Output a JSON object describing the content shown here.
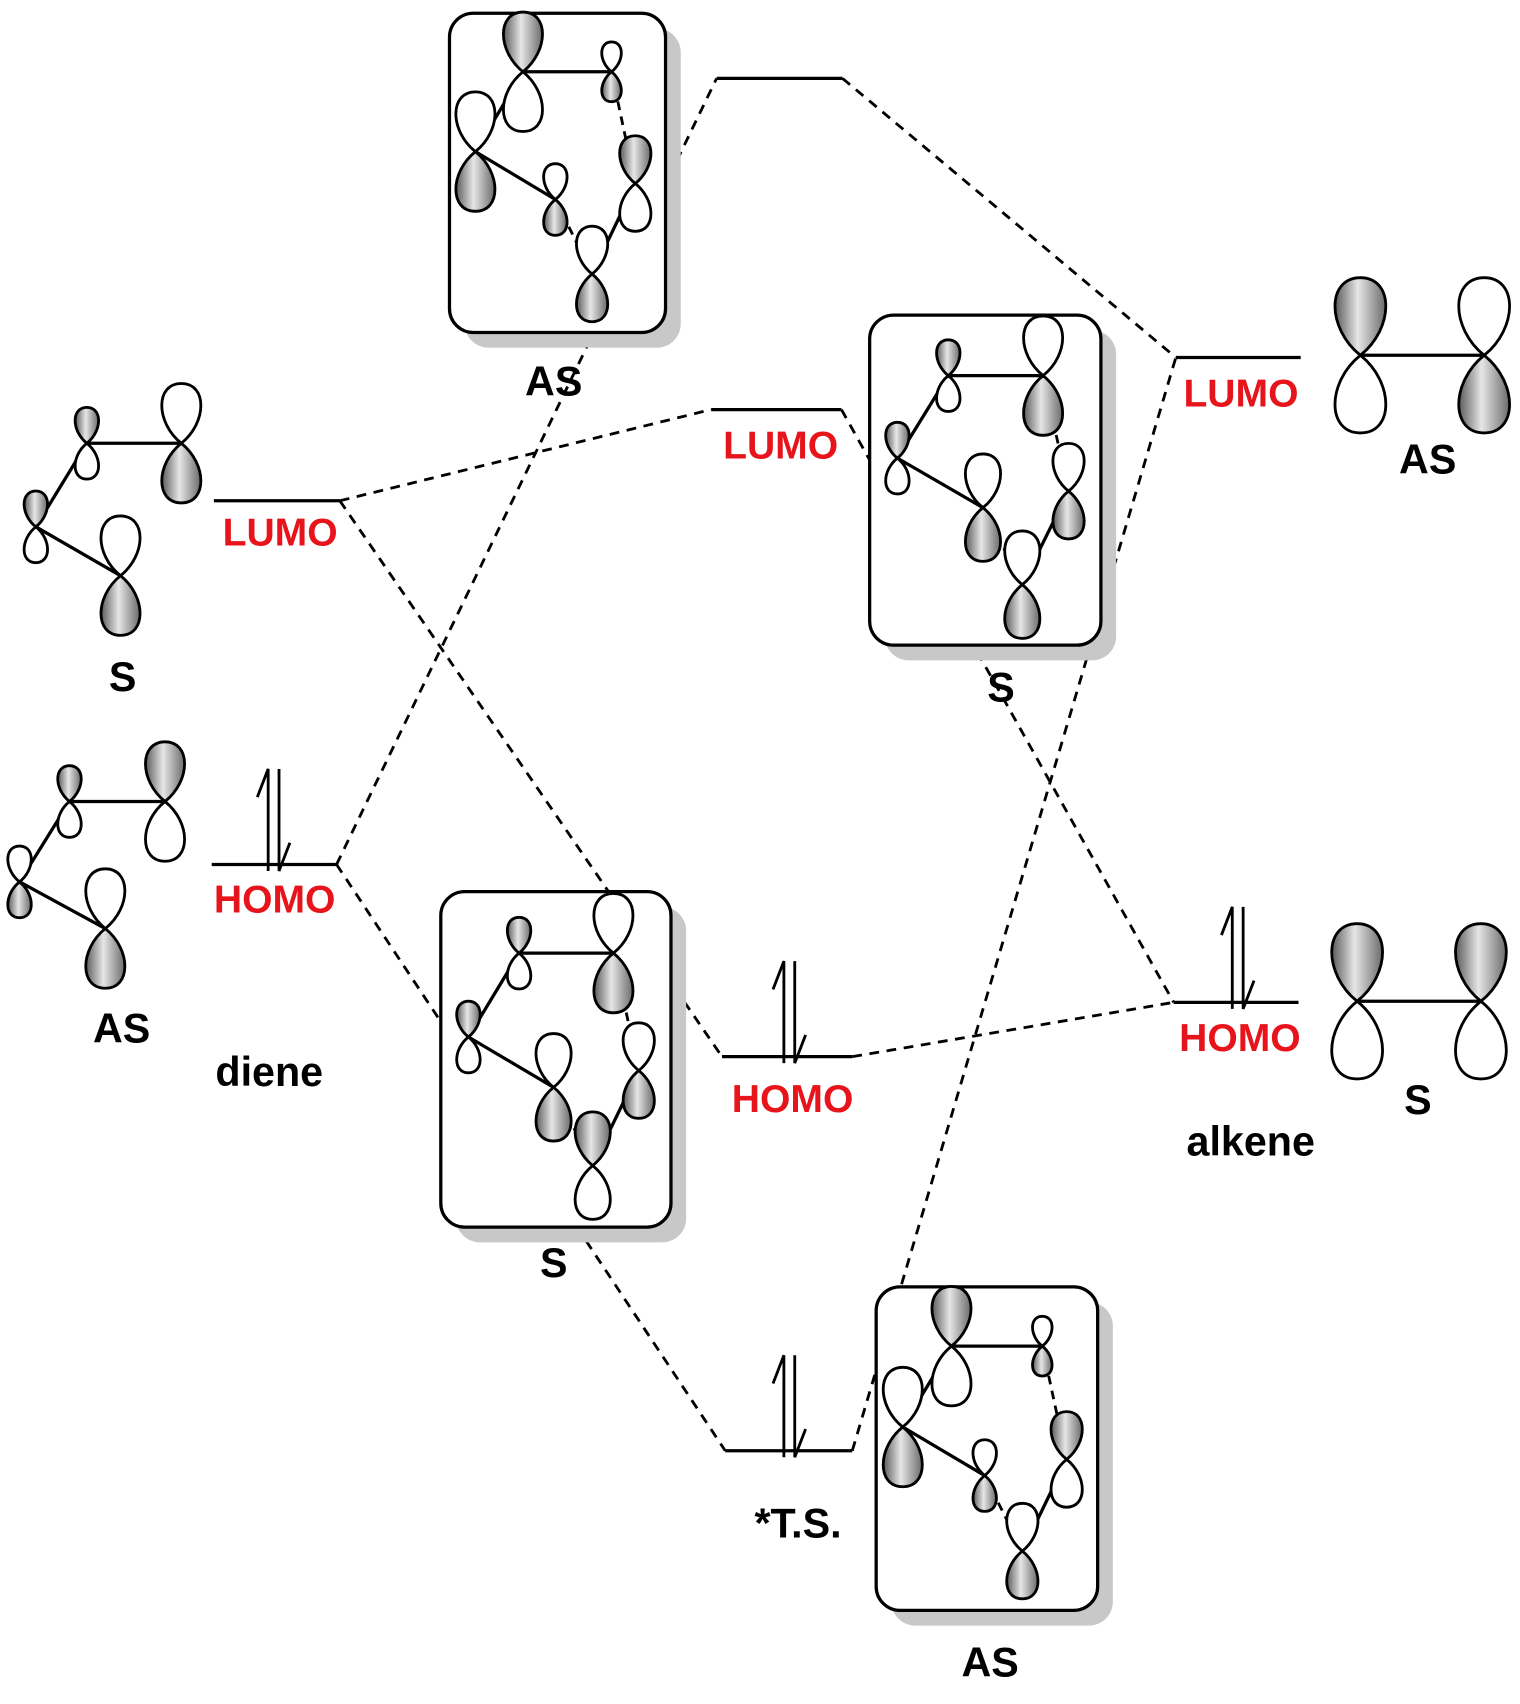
{
  "diagram": {
    "title_labels": {
      "diene": "diene",
      "alkene": "alkene",
      "ts": "*T.S."
    },
    "levels": {
      "diene_lumo": {
        "label": "LUMO",
        "symmetry": "S",
        "electrons": 0
      },
      "diene_homo": {
        "label": "HOMO",
        "symmetry": "AS",
        "electrons": 2
      },
      "alkene_lumo": {
        "label": "LUMO",
        "symmetry": "AS",
        "electrons": 0
      },
      "alkene_homo": {
        "label": "HOMO",
        "symmetry": "S",
        "electrons": 2
      },
      "ts_top": {
        "label": "",
        "symmetry": "AS",
        "electrons": 0
      },
      "ts_lumo": {
        "label": "LUMO",
        "symmetry": "S",
        "electrons": 0
      },
      "ts_homo": {
        "label": "HOMO",
        "symmetry": "S",
        "electrons": 2
      },
      "ts_bottom": {
        "label": "",
        "symmetry": "AS",
        "electrons": 2
      }
    },
    "colors": {
      "label_red": "#e8141b",
      "lobe_shade": "#8a8a8a",
      "box_shadow": "#c8c8c8"
    }
  }
}
